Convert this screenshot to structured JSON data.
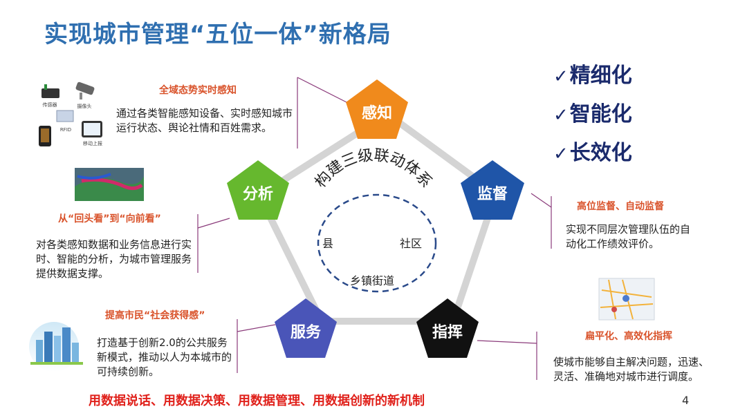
{
  "title": "实现城市管理“五位一体”新格局",
  "checks": [
    {
      "mark": "✓",
      "label": "精细化"
    },
    {
      "mark": "✓",
      "label": "智能化"
    },
    {
      "mark": "✓",
      "label": "长效化"
    }
  ],
  "center": {
    "arc_text": "构建三级联动体系",
    "levels": [
      "县",
      "社区",
      "乡镇街道"
    ]
  },
  "nodes": {
    "perceive": {
      "label": "感知",
      "color": "#f08a1c"
    },
    "supervise": {
      "label": "监督",
      "color": "#1f55a8"
    },
    "command": {
      "label": "指挥",
      "color": "#111111"
    },
    "service": {
      "label": "服务",
      "color": "#4a55b8"
    },
    "analyze": {
      "label": "分析",
      "color": "#66b82e"
    }
  },
  "blocks": {
    "perceive": {
      "heading": "全域态势实时感知",
      "text": "通过各类智能感知设备、实时感知城市运行状态、舆论社情和百姓需求。",
      "device_labels": [
        "传感器",
        "摄像头",
        "RFID",
        "移动上报"
      ]
    },
    "analyze": {
      "heading": "从“回头看”到“向前看”",
      "text": "对各类感知数据和业务信息进行实时、智能的分析，为城市管理服务提供数据支撑。"
    },
    "supervise": {
      "heading": "高位监督、自动监督",
      "text": "实现不同层次管理队伍的自动化工作绩效评价。"
    },
    "command": {
      "heading": "扁平化、高效化指挥",
      "text": "使城市能够自主解决问题，迅速、灵活、准确地对城市进行调度。"
    },
    "service": {
      "heading": "提高市民“社会获得感”",
      "text": "打造基于创新2.0的公共服务新模式，推动以人为本城市的可持续创新。"
    }
  },
  "bottom_text": "用数据说话、用数据决策、用数据管理、用数据创新的新机制",
  "page_number": "4"
}
